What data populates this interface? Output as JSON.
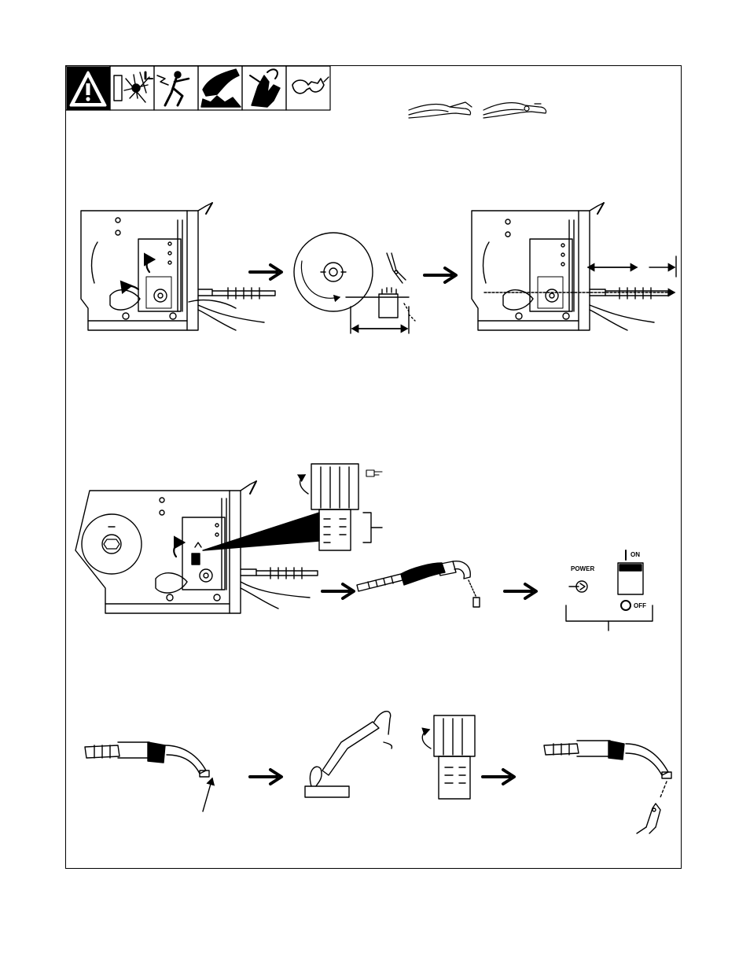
{
  "switch_panel": {
    "power_label": "POWER",
    "on_label": "ON",
    "off_label": "OFF"
  },
  "safety_icons": [
    "warning-icon",
    "explosion-icon",
    "electric-shock-icon",
    "hot-parts-icon",
    "pinch-hand-icon",
    "safety-glasses-icon"
  ],
  "tool_icons": [
    "cutting-pliers-icon",
    "slip-joint-pliers-icon"
  ],
  "colors": {
    "ink": "#000000",
    "paper": "#ffffff",
    "unit_fill": "#ffffff"
  }
}
